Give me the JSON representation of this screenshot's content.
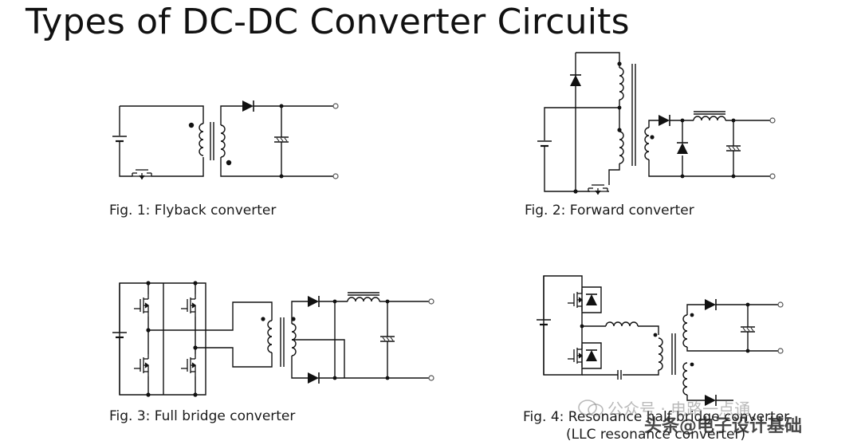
{
  "title": "Types of DC-DC Converter Circuits",
  "figures": [
    {
      "caption": "Fig. 1: Flyback converter"
    },
    {
      "caption": "Fig. 2: Forward converter"
    },
    {
      "caption": "Fig. 3: Full bridge converter"
    },
    {
      "caption": "Fig. 4: Resonance half bridge converter",
      "subcaption": "(LLC resonance converter)"
    }
  ],
  "watermark": {
    "line1": "公众号 · 电路一点通",
    "line2": "头条@电子设计基础"
  }
}
